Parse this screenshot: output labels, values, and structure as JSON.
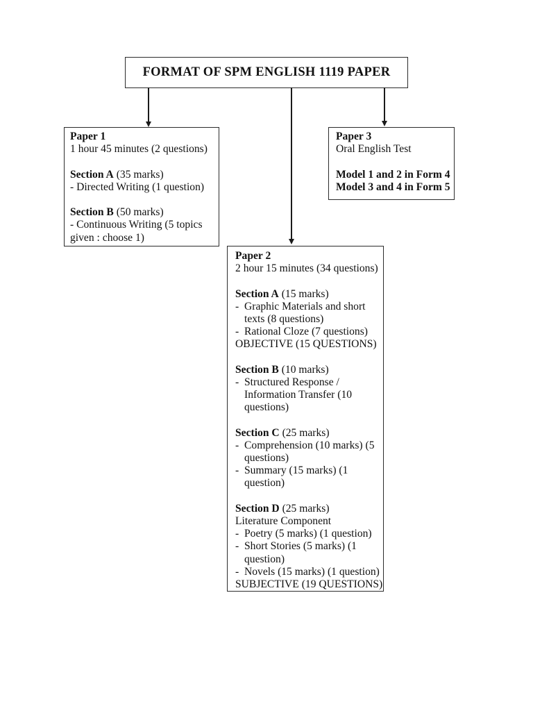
{
  "title_box": {
    "title": "FORMAT OF SPM ENGLISH 1119 PAPER"
  },
  "colors": {
    "text": "#111111",
    "border": "#2b2b2b",
    "background": "#ffffff"
  },
  "paper1": {
    "lines": [
      {
        "b": "Paper 1",
        "r": ""
      },
      {
        "b": "",
        "r": "1 hour 45 minutes (2 questions)"
      },
      {
        "b": "",
        "r": ""
      },
      {
        "b": "Section A",
        "r": " (35 marks)"
      },
      {
        "b": "",
        "r": "- Directed Writing (1 question)"
      },
      {
        "b": "",
        "r": ""
      },
      {
        "b": "Section B",
        "r": " (50 marks)"
      },
      {
        "b": "",
        "r": "- Continuous Writing (5 topics"
      },
      {
        "b": "",
        "r": "given : choose 1)"
      }
    ]
  },
  "paper2": {
    "lines": [
      {
        "b": "Paper 2",
        "r": ""
      },
      {
        "b": "",
        "r": "2 hour 15 minutes (34 questions)"
      },
      {
        "b": "",
        "r": ""
      },
      {
        "b": "Section A",
        "r": " (15 marks)"
      },
      {
        "b": "",
        "r": "-  Graphic Materials and short"
      },
      {
        "b": "",
        "r": "texts (8 questions)"
      },
      {
        "b": "",
        "r": "-  Rational Cloze (7 questions)"
      },
      {
        "b": "",
        "r": "OBJECTIVE (15 QUESTIONS)"
      },
      {
        "b": "",
        "r": ""
      },
      {
        "b": "Section B",
        "r": " (10 marks)"
      },
      {
        "b": "",
        "r": "-  Structured Response /"
      },
      {
        "b": "",
        "r": "Information Transfer (10"
      },
      {
        "b": "",
        "r": "questions)"
      },
      {
        "b": "",
        "r": ""
      },
      {
        "b": "Section C",
        "r": " (25 marks)"
      },
      {
        "b": "",
        "r": "-  Comprehension (10 marks) (5"
      },
      {
        "b": "",
        "r": "questions)"
      },
      {
        "b": "",
        "r": "-  Summary (15 marks) (1"
      },
      {
        "b": "",
        "r": "question)"
      },
      {
        "b": "",
        "r": ""
      },
      {
        "b": "Section D",
        "r": " (25 marks)"
      },
      {
        "b": "",
        "r": "Literature Component"
      },
      {
        "b": "",
        "r": "-  Poetry (5 marks) (1 question)"
      },
      {
        "b": "",
        "r": "-  Short Stories (5 marks) (1"
      },
      {
        "b": "",
        "r": "question)"
      },
      {
        "b": "",
        "r": "-  Novels (15 marks) (1 question)"
      },
      {
        "b": "",
        "r": "SUBJECTIVE (19 QUESTIONS)"
      }
    ]
  },
  "paper3": {
    "lines": [
      {
        "b": "Paper 3",
        "r": ""
      },
      {
        "b": "",
        "r": "Oral English Test"
      },
      {
        "b": "",
        "r": ""
      },
      {
        "b": "Model 1 and 2 in Form 4",
        "r": ""
      },
      {
        "b": "Model 3 and 4 in Form 5",
        "r": ""
      }
    ]
  }
}
